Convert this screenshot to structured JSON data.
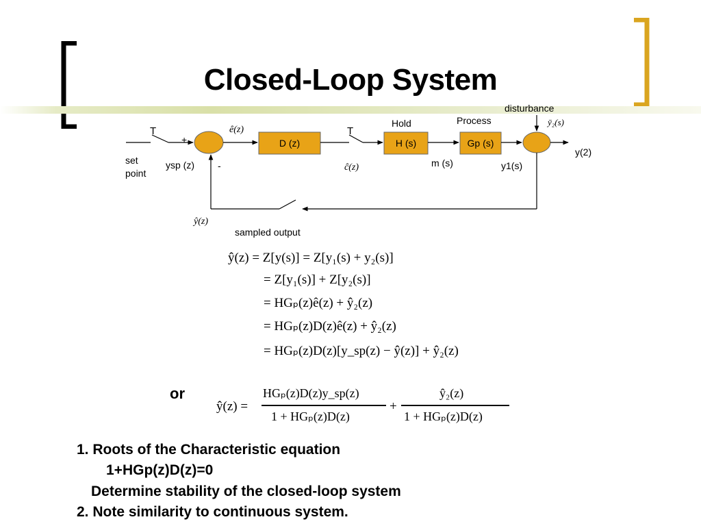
{
  "slide": {
    "title": "Closed-Loop System",
    "colors": {
      "accent_bracket_left": "#000000",
      "accent_bracket_right": "#DAA520",
      "block_fill": "#E8A317",
      "stripe": "#D9E0A8"
    }
  },
  "diagram": {
    "sampler_left_label": "T",
    "sampler_mid_label": "T",
    "plus_sign": "+",
    "minus_sign": "-",
    "setpoint_label": "set\npoint",
    "ysp_label": "ysp (z)",
    "error_label": "ê(z)",
    "error_label_below": "ĉ(z)",
    "controller_block": "D (z)",
    "hold_title": "Hold",
    "hold_block": "H (s)",
    "process_title": "Process",
    "process_block": "Gp (s)",
    "m_label": "m (s)",
    "y1_label": "y1(s)",
    "disturbance_label": "disturbance",
    "disturbance_signal": "ȳ₂(s)",
    "output_label": "y(2)",
    "feedback_label": "ŷ(z)",
    "sampled_output_label": "sampled output"
  },
  "equations": {
    "line1": "ŷ(z) = Z[y(s)] = Z[y₁(s) + y₂(s)]",
    "line2": "= Z[y₁(s)] + Z[y₂(s)]",
    "line3": "= HGₚ(z)ê(z) + ŷ₂(z)",
    "line4": "= HGₚ(z)D(z)ê(z) + ŷ₂(z)",
    "line5": "= HGₚ(z)D(z)[y_sp(z) − ŷ(z)] + ŷ₂(z)",
    "or_label": "or",
    "final_lhs": "ŷ(z) =",
    "final_num1": "HGₚ(z)D(z)y_sp(z)",
    "final_den1": "1 + HGₚ(z)D(z)",
    "final_plus": "+",
    "final_num2": "ŷ₂(z)",
    "final_den2": "1 + HGₚ(z)D(z)"
  },
  "notes": {
    "item1": "1. Roots of the Characteristic equation",
    "item1_eq": "1+HGp(z)D(z)=0",
    "item1_sub": "Determine stability of the closed-loop system",
    "item2": "2. Note similarity to continuous system."
  }
}
